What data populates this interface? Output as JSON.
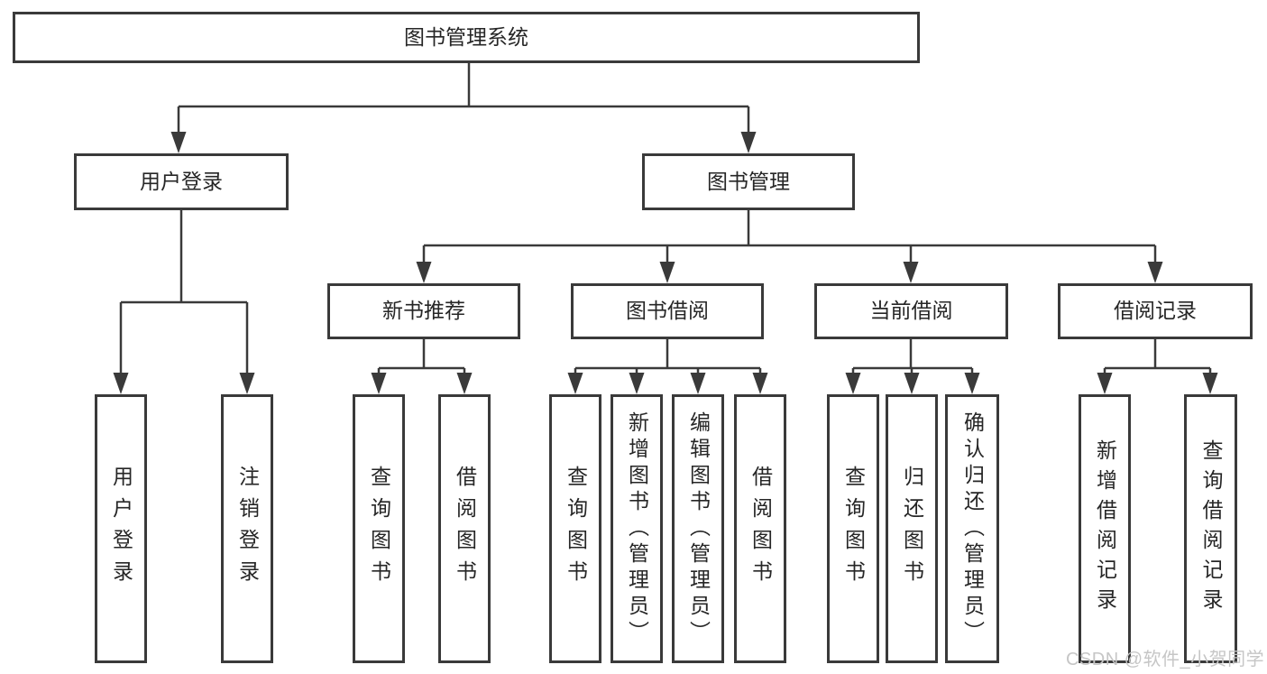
{
  "diagram": {
    "title": "图书管理系统",
    "type": "hierarchy-tree",
    "colors": {
      "background": "#ffffff",
      "line": "#3a3a3a",
      "text": "#262626",
      "watermark": "#c6c6c6"
    }
  },
  "tree": {
    "root": {
      "label": "图书管理系统"
    },
    "branches": [
      {
        "label": "用户登录",
        "children": [
          {
            "label": "用户登录"
          },
          {
            "label": "注销登录"
          }
        ]
      },
      {
        "label": "图书管理",
        "children": [
          {
            "label": "新书推荐",
            "children": [
              {
                "label": "查询图书"
              },
              {
                "label": "借阅图书"
              }
            ]
          },
          {
            "label": "图书借阅",
            "children": [
              {
                "label": "查询图书"
              },
              {
                "label": "新增图书（管理员）"
              },
              {
                "label": "编辑图书（管理员）"
              },
              {
                "label": "借阅图书"
              }
            ]
          },
          {
            "label": "当前借阅",
            "children": [
              {
                "label": "查询图书"
              },
              {
                "label": "归还图书"
              },
              {
                "label": "确认归还（管理员）"
              }
            ]
          },
          {
            "label": "借阅记录",
            "children": [
              {
                "label": "新增借阅记录"
              },
              {
                "label": "查询借阅记录"
              }
            ]
          }
        ]
      }
    ]
  },
  "watermark": "CSDN @软件_小贺同学"
}
